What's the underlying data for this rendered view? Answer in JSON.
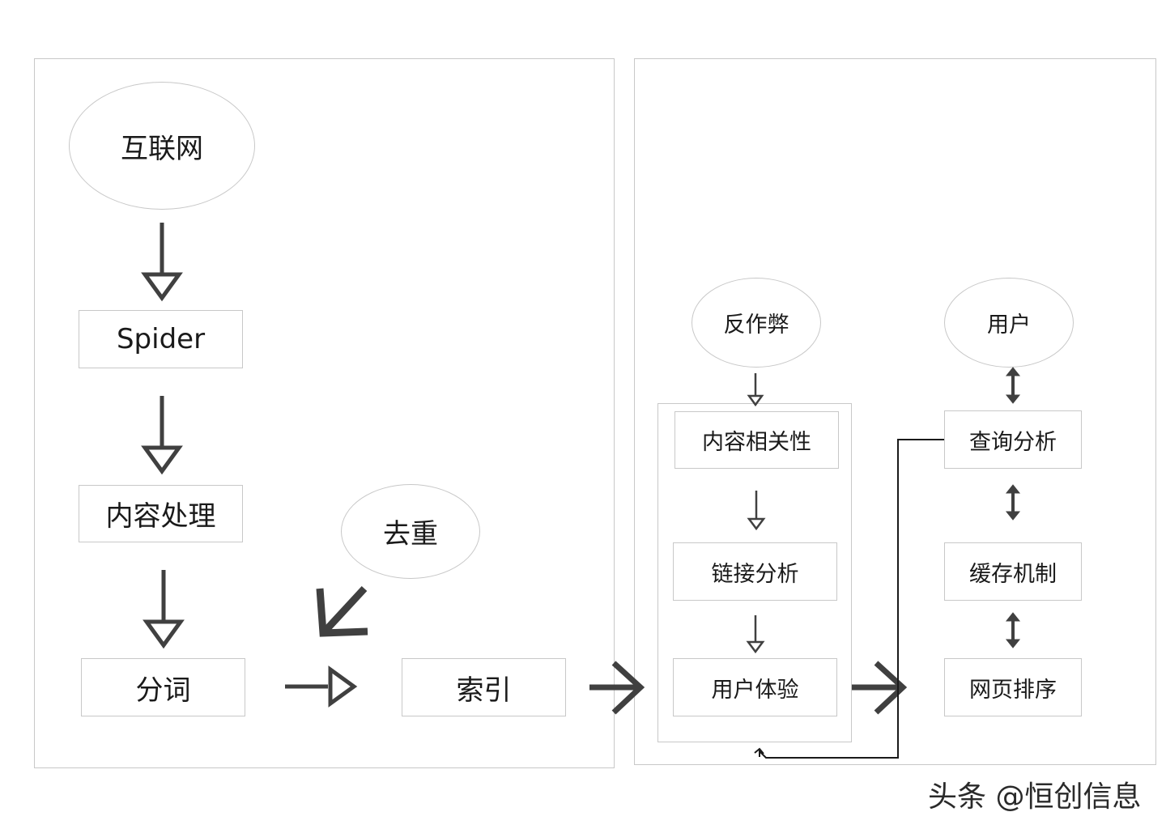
{
  "nodes": {
    "internet": "互联网",
    "spider": "Spider",
    "content_processing": "内容处理",
    "word_segmentation": "分词",
    "deduplication": "去重",
    "index": "索引",
    "anti_cheating": "反作弊",
    "content_relevance": "内容相关性",
    "link_analysis": "链接分析",
    "user_experience": "用户体验",
    "user": "用户",
    "query_analysis": "查询分析",
    "cache_mechanism": "缓存机制",
    "page_ranking": "网页排序"
  },
  "watermark": "头条 @恒创信息",
  "colors": {
    "border": "#c8c8c8",
    "arrow": "#404040",
    "connector": "#1a1a1a"
  }
}
